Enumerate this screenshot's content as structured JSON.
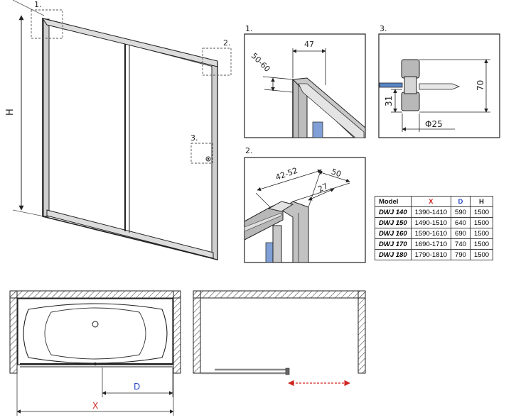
{
  "overview": {
    "height_label": "H",
    "callout_1": "1.",
    "callout_2": "2.",
    "callout_3": "3."
  },
  "detail_1": {
    "title": "1.",
    "dim_top": "47",
    "dim_side": "50-60"
  },
  "detail_2": {
    "title": "2.",
    "dim_a": "42-52",
    "dim_b": "50",
    "dim_c": "27"
  },
  "detail_3": {
    "title": "3.",
    "dim_height": "70",
    "dim_offset": "31",
    "dim_diameter": "Φ25"
  },
  "plan": {
    "d_label": "D",
    "x_label": "X"
  },
  "colors": {
    "x_red": "#d0241d",
    "d_blue": "#2a4cc8",
    "glass_blue": "#7f9fd6"
  },
  "table": {
    "headers": [
      "Model",
      "X",
      "D",
      "H"
    ],
    "rows": [
      [
        "DWJ 140",
        "1390-1410",
        "590",
        "1500"
      ],
      [
        "DWJ 150",
        "1490-1510",
        "640",
        "1500"
      ],
      [
        "DWJ 160",
        "1590-1610",
        "690",
        "1500"
      ],
      [
        "DWJ 170",
        "1690-1710",
        "740",
        "1500"
      ],
      [
        "DWJ 180",
        "1790-1810",
        "790",
        "1500"
      ]
    ]
  }
}
